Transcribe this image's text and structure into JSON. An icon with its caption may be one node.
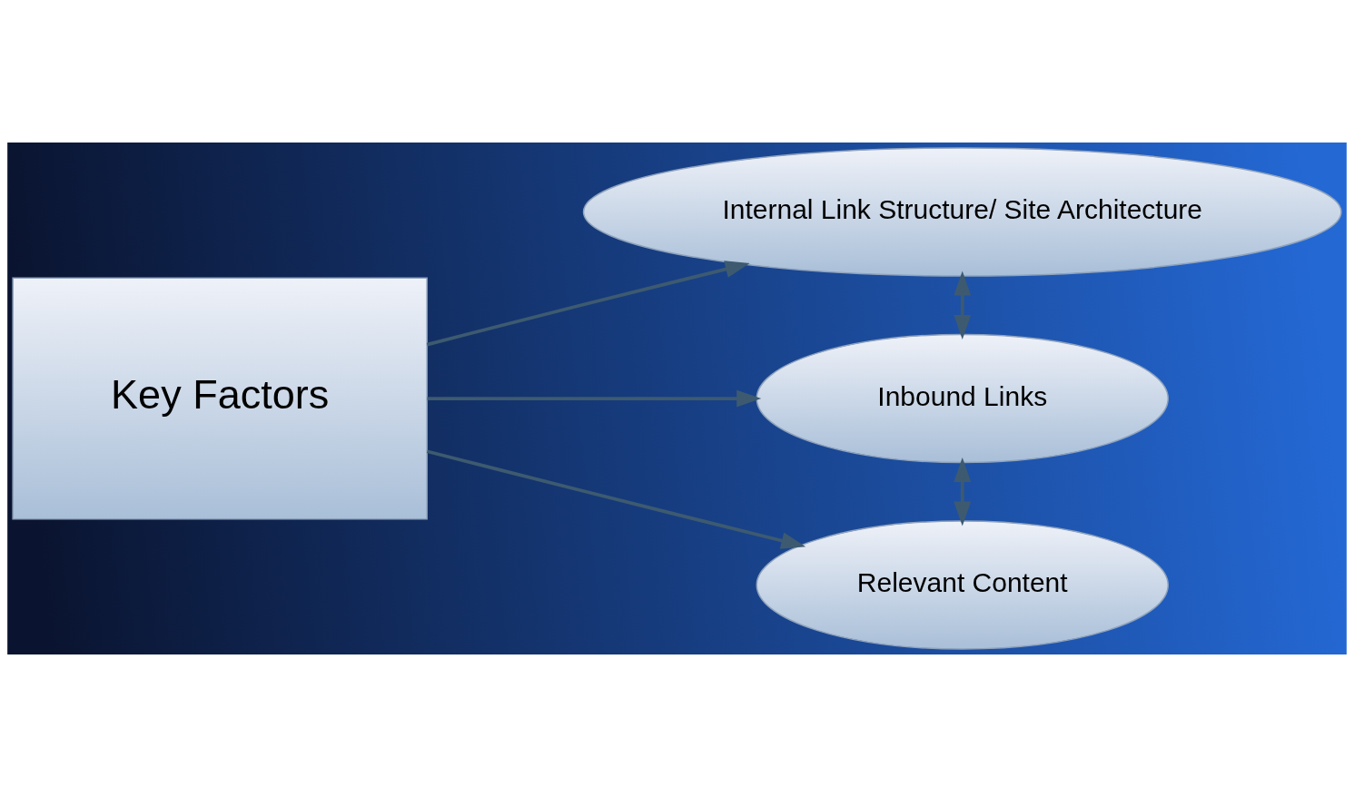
{
  "diagram": {
    "nodes": [
      {
        "text": [
          "Key Factors"
        ]
      },
      {
        "text": [
          "Internal Link Structure/ Site Architecture"
        ]
      },
      {
        "text": [
          "Inbound Links"
        ]
      },
      {
        "text": [
          "Relevant Content"
        ]
      }
    ],
    "edges": [
      {
        "from": 0,
        "to": 1,
        "arrow": "to"
      },
      {
        "from": 0,
        "to": 2,
        "arrow": "to"
      },
      {
        "from": 0,
        "to": 3,
        "arrow": "to"
      },
      {
        "from": 1,
        "to": 2,
        "arrow": "both"
      },
      {
        "from": 2,
        "to": 3,
        "arrow": "both"
      }
    ]
  }
}
